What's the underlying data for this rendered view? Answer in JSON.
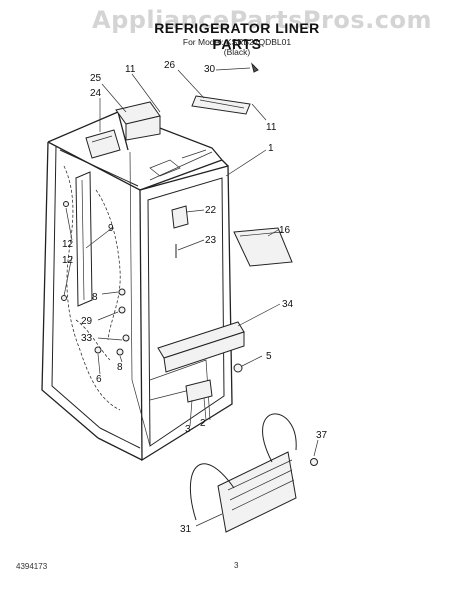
{
  "watermark": "AppliancePartsPros.com",
  "title": "REFRIGERATOR LINER PARTS",
  "model_line": "For Model: KSRB27QDBL01",
  "color_line": "(Black)",
  "doc_number": "4394173",
  "page_number": "3",
  "callouts": {
    "c30": "30",
    "c26": "26",
    "c11a": "11",
    "c25": "25",
    "c24": "24",
    "c11b": "11",
    "c1": "1",
    "c22": "22",
    "c23": "23",
    "c16": "16",
    "c9": "9",
    "c12a": "12",
    "c12b": "12",
    "c8a": "8",
    "c29": "29",
    "c33": "33",
    "c8b": "8",
    "c6": "6",
    "c34": "34",
    "c5": "5",
    "c3": "3",
    "c2": "2",
    "c37": "37",
    "c31": "31"
  }
}
